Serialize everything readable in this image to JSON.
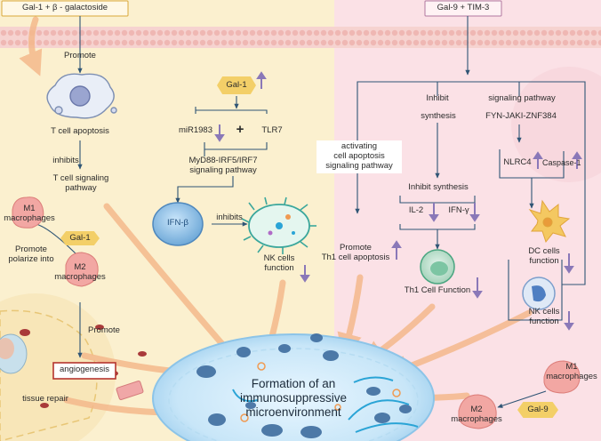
{
  "top_left_label": "Gal-1 + β - galactoside",
  "top_right_label": "Gal-9 + TIM-3",
  "left": {
    "promote_1": "Promote",
    "t_cell_apoptosis": "T cell apoptosis",
    "inhibits_1": "inhibits",
    "t_cell_signaling_1": "T cell signaling",
    "t_cell_signaling_2": "pathway",
    "m1_1": "M1",
    "m1_2": "macrophages",
    "gal1_badge": "Gal-1",
    "promote_polarize_1": "Promote",
    "promote_polarize_2": "polarize into",
    "m2_1": "M2",
    "m2_2": "macrophages",
    "promote_2": "Promote",
    "angiogenesis": "angiogenesis",
    "tissue_repair": "tissue repair"
  },
  "middle": {
    "gal1": "Gal-1",
    "mir": "miR1983",
    "plus": "+",
    "tlr7": "TLR7",
    "myd88_1": "MyD88-IRF5/IRF7",
    "myd88_2": "signaling pathway",
    "ifnb": "IFN-β",
    "inhibits": "inhibits",
    "nk_1": "NK cells",
    "nk_2": "function"
  },
  "right": {
    "activating_1": "activating",
    "activating_2": "cell apoptosis",
    "activating_3": "signaling pathway",
    "inhibit_1": "Inhibit",
    "inhibit_2": "synthesis",
    "signaling_1": "signaling pathway",
    "signaling_2": "FYN-JAKI-ZNF384",
    "nlrc4": "NLRC4",
    "caspase": "Caspase-1",
    "inhibit_synthesis": "Inhibit synthesis",
    "il2": "IL-2",
    "ifng": "IFN-γ",
    "promote_th1_1": "Promote",
    "promote_th1_2": "Th1 cell apoptosis",
    "th1_function": "Th1 Cell Function",
    "dc_1": "DC cells",
    "dc_2": "function",
    "nk_1": "NK cells",
    "nk_2": "function",
    "m1_1": "M1",
    "m1_2": "macrophages",
    "m2_1": "M2",
    "m2_2": "macrophages",
    "gal9_badge": "Gal-9"
  },
  "center": {
    "line1": "Formation of an",
    "line2": "immunosuppressive",
    "line3": "microenvironment"
  },
  "colors": {
    "left_bg": "#fbf0cf",
    "right_bg": "#fbe1e6",
    "membrane": "#f3c3c0",
    "arrow": "#2f5575",
    "up_down_arrow": "#8a78b8",
    "big_arrow": "#f4b98c",
    "hex_yellow": "#f3cf68",
    "macrophage": "#f2a7a3"
  }
}
